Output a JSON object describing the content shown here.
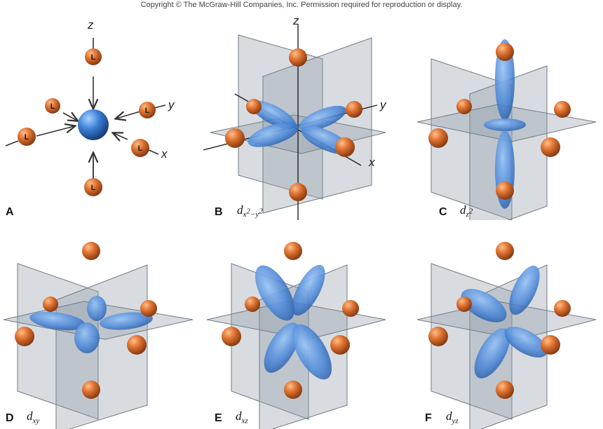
{
  "copyright": "Copyright © The McGraw-Hill Companies, Inc. Permission required for reproduction or display.",
  "axes": {
    "x": "x",
    "y": "y",
    "z": "z"
  },
  "ligand_symbol": "L",
  "panels": [
    {
      "letter": "A",
      "orbital": ""
    },
    {
      "letter": "B",
      "orbital_base": "d",
      "orbital_sub": "x",
      "orbital_sup1": "2",
      "orbital_mid": "−y",
      "orbital_sup2": "2"
    },
    {
      "letter": "C",
      "orbital_base": "d",
      "orbital_sub": "z",
      "orbital_sup1": "2"
    },
    {
      "letter": "D",
      "orbital_base": "d",
      "orbital_sub": "xy"
    },
    {
      "letter": "E",
      "orbital_base": "d",
      "orbital_sub": "xz"
    },
    {
      "letter": "F",
      "orbital_base": "d",
      "orbital_sub": "yz"
    }
  ],
  "colors": {
    "ligand": "#d9692b",
    "metal": "#3a7ad1",
    "lobe": "#4a86d8",
    "plane": "#8e9ba6"
  }
}
